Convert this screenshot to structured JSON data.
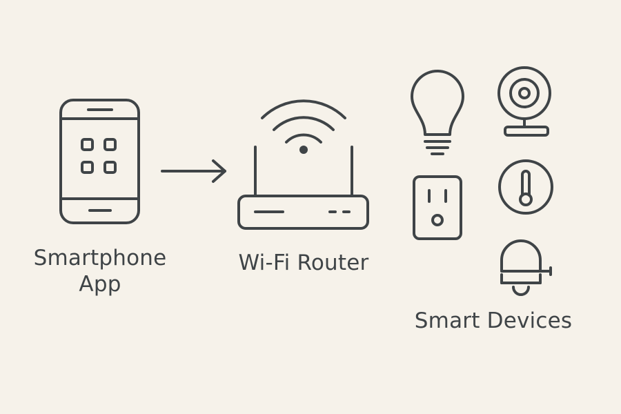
{
  "diagram": {
    "nodes": {
      "smartphone": {
        "label_lines": [
          "Smartphone",
          "App"
        ],
        "icon": "smartphone-icon"
      },
      "router": {
        "label": "Wi-Fi Router",
        "icon": "wifi-router-icon"
      },
      "devices": {
        "label": "Smart Devices",
        "items": [
          {
            "icon": "light-bulb-icon"
          },
          {
            "icon": "security-camera-icon"
          },
          {
            "icon": "smart-plug-icon"
          },
          {
            "icon": "thermostat-icon"
          },
          {
            "icon": "doorbell-icon"
          }
        ]
      }
    },
    "edges": [
      {
        "from": "smartphone",
        "to": "router",
        "style": "arrow"
      }
    ]
  },
  "colors": {
    "background": "#f6f2ea",
    "stroke": "#3f4447",
    "text": "#3f4447"
  }
}
